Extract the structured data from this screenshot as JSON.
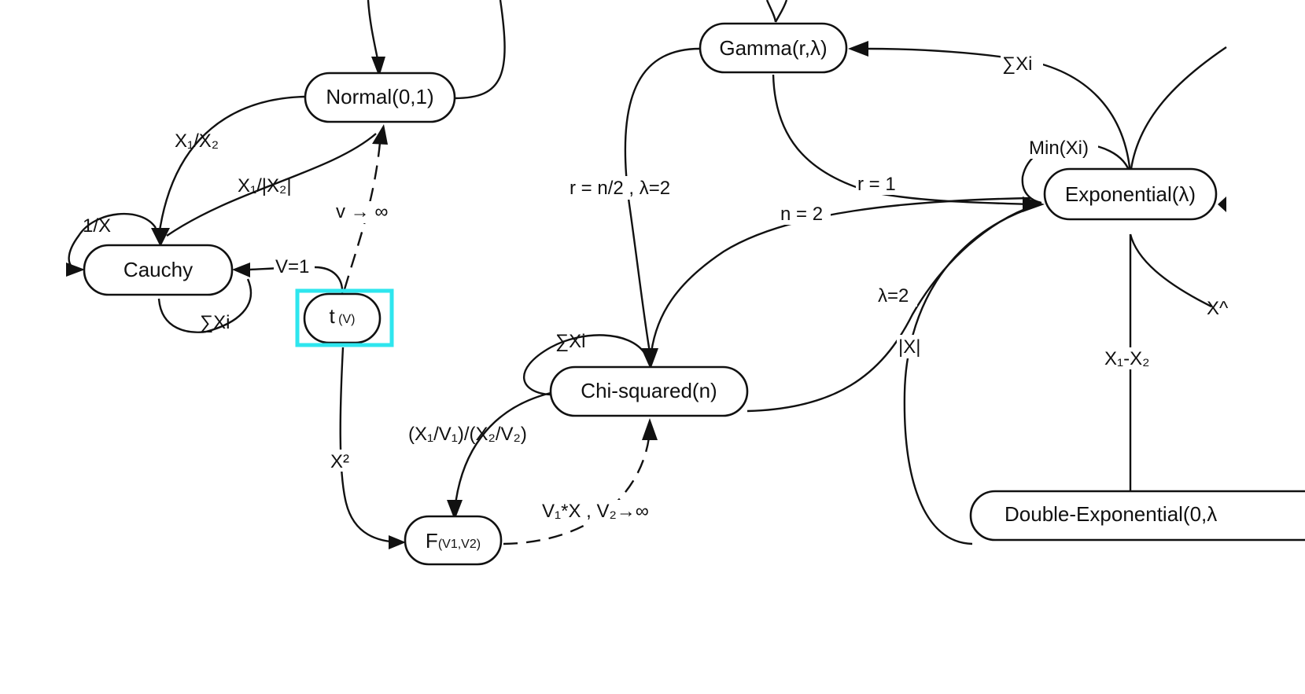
{
  "highlight_color": "#2ee6ee",
  "nodes": {
    "normal": "Normal(0,1)",
    "cauchy": "Cauchy",
    "t": {
      "main": "t",
      "sub": " (V)"
    },
    "f": {
      "main": "F",
      "sub": "(V1,V2)"
    },
    "gamma": "Gamma(r,λ)",
    "chi": "Chi-squared(n)",
    "exponential": "Exponential(λ)",
    "double_exp": "Double-Exponential(0,λ"
  },
  "edges": {
    "x1_over_x2": "X₁/X₂",
    "x1_over_abs_x2": "X₁/|X₂|",
    "reciprocal": "1/X",
    "cauchy_sum": "∑Xi",
    "v_eq_1": "V=1",
    "v_to_inf": "v → ∞",
    "x_squared": "X²",
    "f_ratio": "(X₁/V₁)/(X₂/V₂)",
    "f_limit": "V₁*X , V₂→∞",
    "chi_sum": "∑Xi",
    "r_n_half": "r = n/2 , λ=2",
    "r_eq_1": "r = 1",
    "n_eq_2": "n = 2",
    "gamma_sum": "∑Xi",
    "min_xi": "Min(Xi)",
    "lambda_2": "λ=2",
    "abs_x": "|X|",
    "x1_minus_x2": "X₁-X₂",
    "x_pow": "X^"
  }
}
